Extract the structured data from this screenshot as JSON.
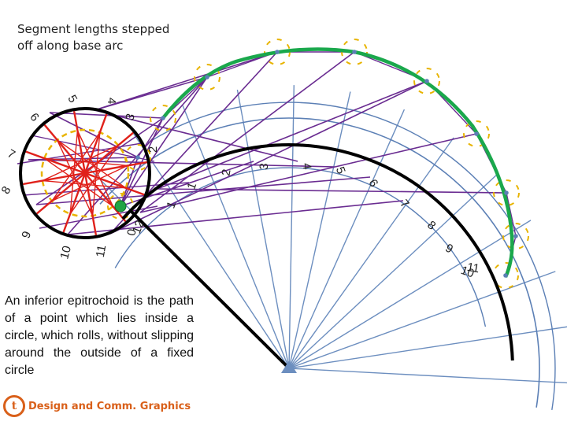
{
  "caption": "Segment lengths stepped off along base arc",
  "description": "An inferior epitrochoid is the path of a point which lies inside a circle, which rolls, without slipping around the outside of a fixed circle",
  "brand": {
    "logo_text": "t",
    "name": "Design and Comm. Graphics"
  },
  "rolling_circle_labels": [
    "0",
    "1",
    "2",
    "3",
    "4",
    "5",
    "6",
    "7",
    "8",
    "9",
    "10",
    "11",
    "12"
  ],
  "base_arc_labels": [
    "1",
    "2",
    "3",
    "4",
    "5",
    "6",
    "7",
    "8",
    "9",
    "10",
    "11"
  ],
  "colors": {
    "base_arc": "#000000",
    "rolling_circle": "#000000",
    "centre_path": "#5b7fb5",
    "construction_rays": "#6c8ebf",
    "chords": "#6a2c91",
    "spokes": "#e0211b",
    "locus": "#1aa84c",
    "trace_circle": "#e8b400",
    "centre_point": "#22a446"
  }
}
